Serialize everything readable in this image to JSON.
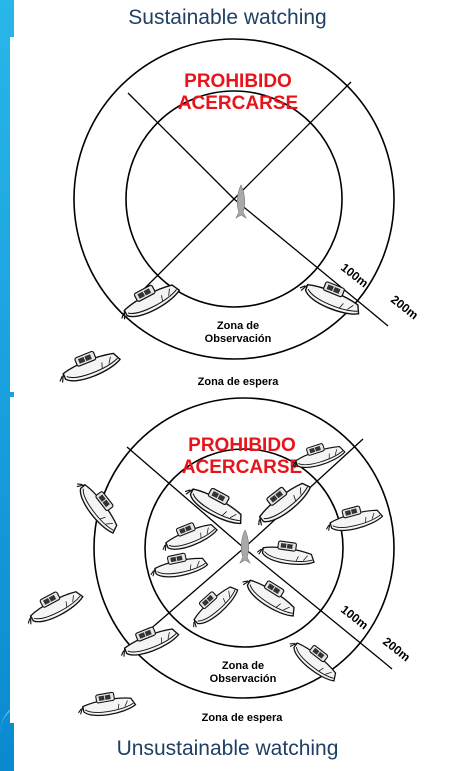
{
  "captions": {
    "top": "Sustainable watching",
    "bottom": "Unsustainable watching"
  },
  "diagram_top": {
    "prohibited_line1": "PROHIBIDO",
    "prohibited_line2": "ACERCARSE",
    "distance_inner": "100m",
    "distance_outer": "200m",
    "observation_line1": "Zona de",
    "observation_line2": "Observación",
    "waiting_zone": "Zona de espera"
  },
  "diagram_bottom": {
    "prohibited_line1": "PROHIBIDO",
    "prohibited_line2": "ACERCARSE",
    "distance_inner": "100m",
    "distance_outer": "200m",
    "observation_line1": "Zona de",
    "observation_line2": "Observación",
    "waiting_zone": "Zona de espera"
  },
  "colors": {
    "prohibited": "#e8141b",
    "caption": "#1f3f64",
    "accent_bar": "#1ba3df"
  },
  "icons": {
    "boat": "boat-icon",
    "whale": "whale-icon"
  }
}
